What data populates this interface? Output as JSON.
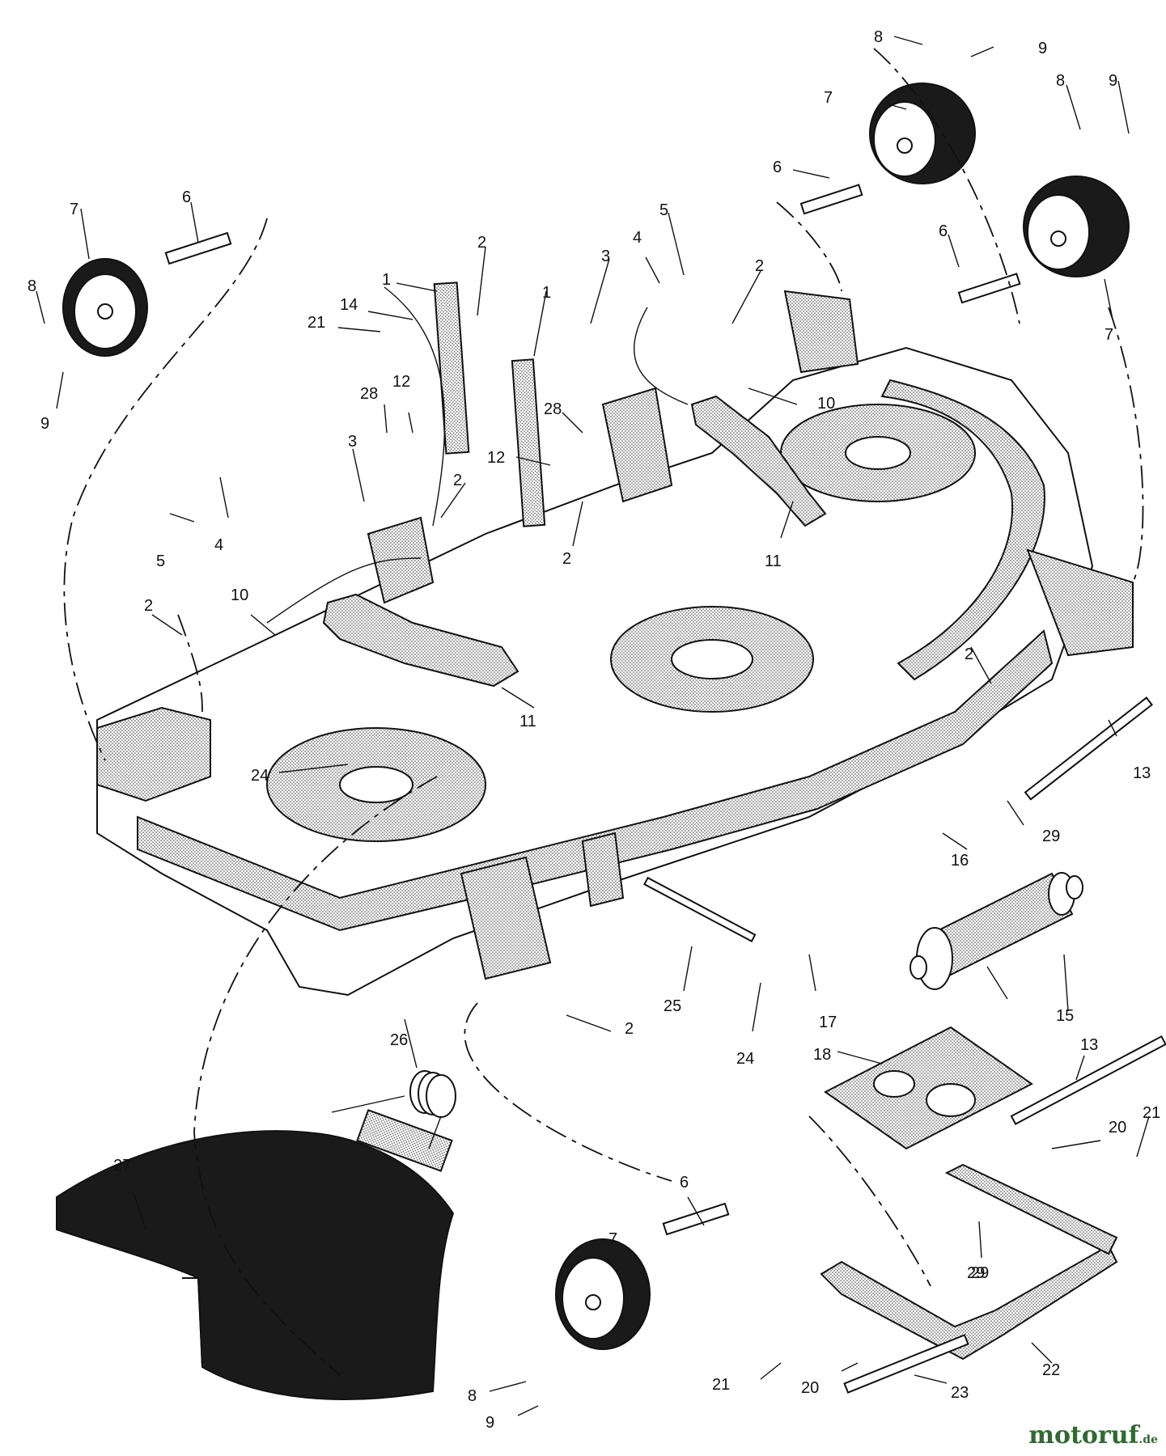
{
  "diagram": {
    "callouts": [
      {
        "id": "c8a",
        "label": "8"
      },
      {
        "id": "c9a",
        "label": "9"
      },
      {
        "id": "c7a",
        "label": "7"
      },
      {
        "id": "c8b",
        "label": "8"
      },
      {
        "id": "c9b",
        "label": "9"
      },
      {
        "id": "c6a",
        "label": "6"
      },
      {
        "id": "c6b",
        "label": "6"
      },
      {
        "id": "c7b",
        "label": "7"
      },
      {
        "id": "c7c",
        "label": "7"
      },
      {
        "id": "c6c",
        "label": "6"
      },
      {
        "id": "c8c",
        "label": "8"
      },
      {
        "id": "c9c",
        "label": "9"
      },
      {
        "id": "c2a",
        "label": "2"
      },
      {
        "id": "c1a",
        "label": "1"
      },
      {
        "id": "c1b",
        "label": "1"
      },
      {
        "id": "c14",
        "label": "14"
      },
      {
        "id": "c21a",
        "label": "21"
      },
      {
        "id": "c3a",
        "label": "3"
      },
      {
        "id": "c4a",
        "label": "4"
      },
      {
        "id": "c5a",
        "label": "5"
      },
      {
        "id": "c2b",
        "label": "2"
      },
      {
        "id": "c28a",
        "label": "28"
      },
      {
        "id": "c12a",
        "label": "12"
      },
      {
        "id": "c28b",
        "label": "28"
      },
      {
        "id": "c12b",
        "label": "12"
      },
      {
        "id": "c10a",
        "label": "10"
      },
      {
        "id": "c3b",
        "label": "3"
      },
      {
        "id": "c2c",
        "label": "2"
      },
      {
        "id": "c5b",
        "label": "5"
      },
      {
        "id": "c4b",
        "label": "4"
      },
      {
        "id": "c2d",
        "label": "2"
      },
      {
        "id": "c11a",
        "label": "11"
      },
      {
        "id": "c2e",
        "label": "2"
      },
      {
        "id": "c10b",
        "label": "10"
      },
      {
        "id": "c11b",
        "label": "11"
      },
      {
        "id": "c24a",
        "label": "24"
      },
      {
        "id": "c2f",
        "label": "2"
      },
      {
        "id": "c13a",
        "label": "13"
      },
      {
        "id": "c29a",
        "label": "29"
      },
      {
        "id": "c29b",
        "label": "29"
      },
      {
        "id": "c16",
        "label": "16"
      },
      {
        "id": "c15",
        "label": "15"
      },
      {
        "id": "c17",
        "label": "17"
      },
      {
        "id": "c25",
        "label": "25"
      },
      {
        "id": "c24b",
        "label": "24"
      },
      {
        "id": "c2g",
        "label": "2"
      },
      {
        "id": "c18",
        "label": "18"
      },
      {
        "id": "c13b",
        "label": "13"
      },
      {
        "id": "c20a",
        "label": "20"
      },
      {
        "id": "c21b",
        "label": "21"
      },
      {
        "id": "c26",
        "label": "26"
      },
      {
        "id": "c27",
        "label": "27"
      },
      {
        "id": "c6d",
        "label": "6"
      },
      {
        "id": "c7d",
        "label": "7"
      },
      {
        "id": "c8d",
        "label": "8"
      },
      {
        "id": "c9d",
        "label": "9"
      },
      {
        "id": "c21c",
        "label": "21"
      },
      {
        "id": "c20b",
        "label": "20"
      },
      {
        "id": "c22",
        "label": "22"
      },
      {
        "id": "c23",
        "label": "23"
      },
      {
        "id": "c29c",
        "label": "29"
      }
    ]
  },
  "watermark": {
    "brand": "motoruf",
    "tld": ".de"
  }
}
